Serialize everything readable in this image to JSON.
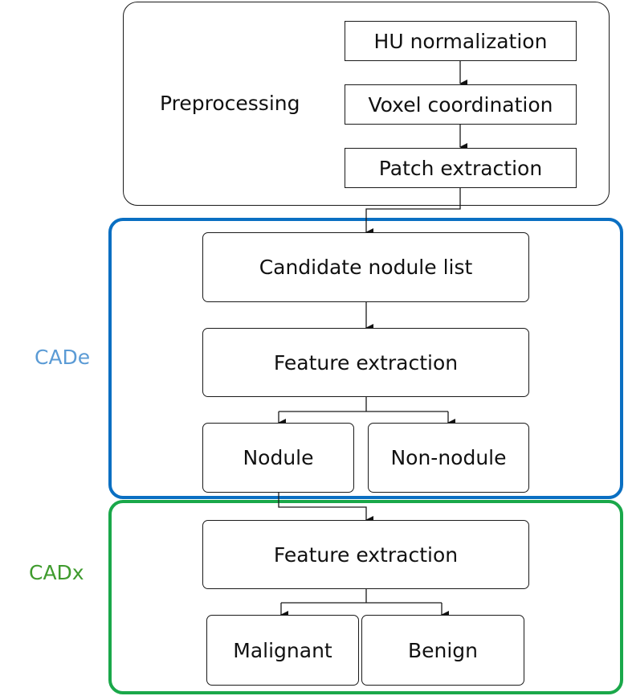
{
  "colors": {
    "line": "#1a1a1a",
    "cade_border": "#0a6fc2",
    "cadx_border": "#1aa84a",
    "cade_label": "#5b9bd5",
    "cadx_label": "#3f9b2e"
  },
  "preprocessing": {
    "label": "Preprocessing",
    "steps": [
      "HU normalization",
      "Voxel coordination",
      "Patch extraction"
    ]
  },
  "cade": {
    "label": "CADe",
    "candidate": "Candidate nodule list",
    "feature": "Feature extraction",
    "nodule": "Nodule",
    "non_nodule": "Non-nodule"
  },
  "cadx": {
    "label": "CADx",
    "feature": "Feature extraction",
    "malignant": "Malignant",
    "benign": "Benign"
  }
}
